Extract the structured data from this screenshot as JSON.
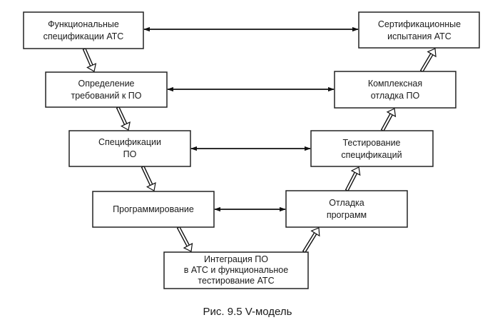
{
  "diagram": {
    "boxes": {
      "func_spec": [
        "Функциональные",
        "спецификации АТС"
      ],
      "req_def": [
        "Определение",
        "требований к ПО"
      ],
      "spec": [
        "Спецификации",
        "ПО"
      ],
      "programming": [
        "Программирование"
      ],
      "integration": [
        "Интеграция ПО",
        "в АТС и функциональное",
        "тестирование АТС"
      ],
      "debug": [
        "Отладка",
        "программ"
      ],
      "spec_test": [
        "Тестирование",
        "спецификаций"
      ],
      "complex_debug": [
        "Комплексная",
        "отладка ПО"
      ],
      "cert": [
        "Сертификационные",
        "испытания АТС"
      ]
    },
    "caption": "Рис. 9.5  V-модель"
  }
}
